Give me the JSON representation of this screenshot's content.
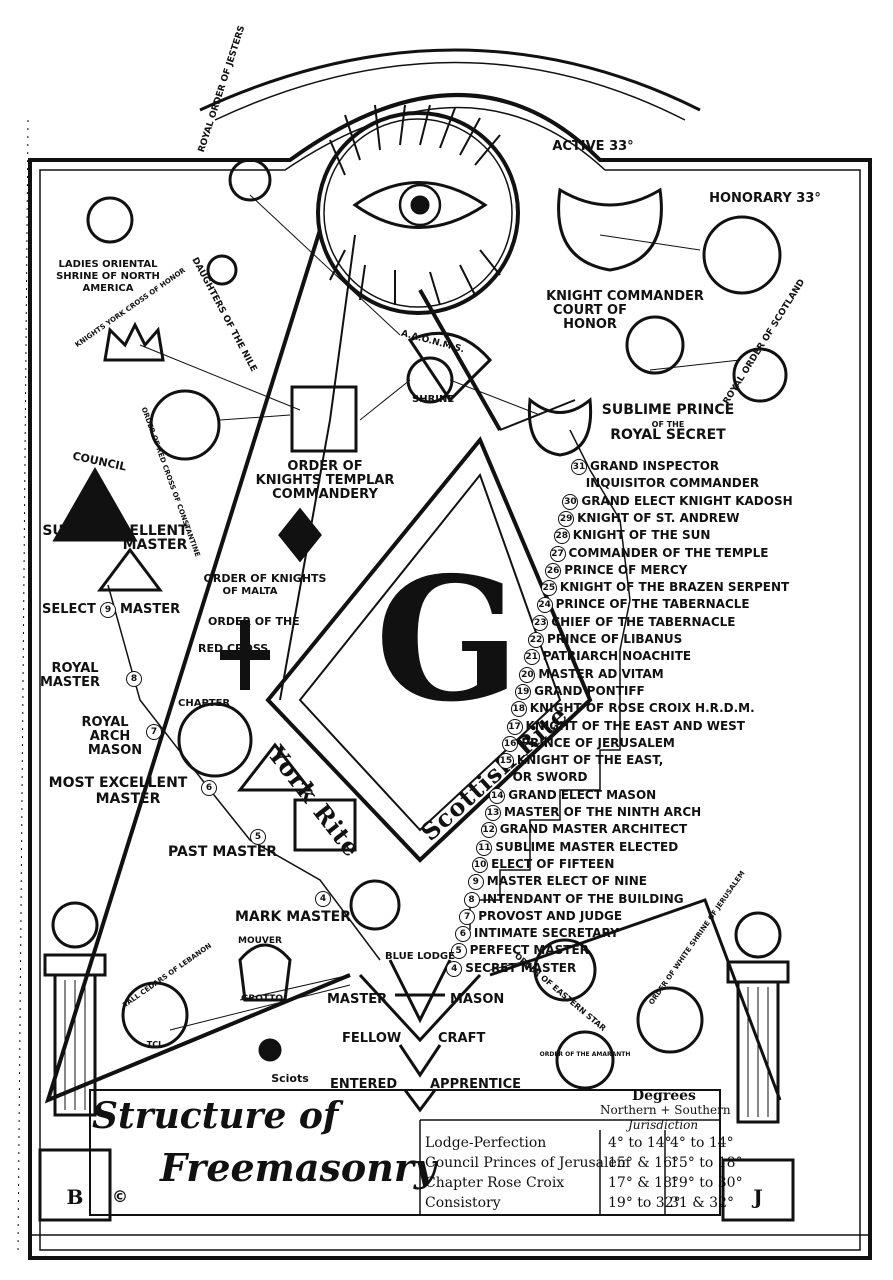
{
  "top": {
    "active_33": "Active 33°",
    "honorary_33": "Honorary 33°",
    "knight_commander": [
      "Knight Commander",
      "Court of",
      "Honor"
    ],
    "royal_order_jesters": "Royal Order of Jesters",
    "royal_order_scotland": "Royal Order of Scotland",
    "ladies_oriental": [
      "Ladies Oriental",
      "Shrine of North",
      "America"
    ],
    "daughters_nile": "Daughters of the Nile",
    "knights_york_cross": "Knights York Cross of Honor",
    "red_cross_constantine": "Order of Red Cross of Constantine",
    "shrine_top": "A.A.O.N.M.S.",
    "shrine_bottom": "Shrine",
    "sublime_prince": [
      "Sublime Prince",
      "of the",
      "Royal Secret"
    ]
  },
  "york": {
    "order_knights_templar": [
      "Order of",
      "Knights Templar",
      "Commandery"
    ],
    "order_malta": [
      "Order of Knights",
      "of Malta"
    ],
    "order_red_cross": [
      "Order of the",
      "Red Cross"
    ],
    "council": "Council",
    "super_excellent": [
      "Super Excellent",
      "Master"
    ],
    "select_master": "Select",
    "select_master_b": "Master",
    "royal_master": [
      "Royal",
      "Master"
    ],
    "royal_arch": [
      "Royal",
      "Arch",
      "Mason"
    ],
    "chapter": "Chapter",
    "most_excellent": [
      "Most Excellent",
      "Master"
    ],
    "past_master": "Past Master",
    "mark_master": "Mark Master",
    "york_rite": "York Rite",
    "scottish_rite": "Scottish Rite",
    "G": "G",
    "nums": [
      "9",
      "8",
      "7",
      "6",
      "5",
      "4"
    ]
  },
  "scottish": {
    "degrees": [
      {
        "n": "31",
        "label": "Grand Inspector"
      },
      {
        "n": "",
        "label": "Inquisitor Commander"
      },
      {
        "n": "30",
        "label": "Grand Elect Knight Kadosh"
      },
      {
        "n": "29",
        "label": "Knight of St. Andrew"
      },
      {
        "n": "28",
        "label": "Knight of the Sun"
      },
      {
        "n": "27",
        "label": "Commander of the Temple"
      },
      {
        "n": "26",
        "label": "Prince of Mercy"
      },
      {
        "n": "25",
        "label": "Knight of the Brazen Serpent"
      },
      {
        "n": "24",
        "label": "Prince of the Tabernacle"
      },
      {
        "n": "23",
        "label": "Chief of the Tabernacle"
      },
      {
        "n": "22",
        "label": "Prince of Libanus"
      },
      {
        "n": "21",
        "label": "Patriarch Noachite"
      },
      {
        "n": "20",
        "label": "Master ad Vitam"
      },
      {
        "n": "19",
        "label": "Grand Pontiff"
      },
      {
        "n": "18",
        "label": "Knight of Rose Croix H.R.D.M."
      },
      {
        "n": "17",
        "label": "Knight of the East and West"
      },
      {
        "n": "16",
        "label": "Prince of Jerusalem"
      },
      {
        "n": "15",
        "label": "Knight of the East,"
      },
      {
        "n": "",
        "label": "or Sword"
      },
      {
        "n": "14",
        "label": "Grand Elect Mason"
      },
      {
        "n": "13",
        "label": "Master of the Ninth Arch"
      },
      {
        "n": "12",
        "label": "Grand Master Architect"
      },
      {
        "n": "11",
        "label": "Sublime Master Elected"
      },
      {
        "n": "10",
        "label": "Elect of Fifteen"
      },
      {
        "n": "9",
        "label": "Master Elect of Nine"
      },
      {
        "n": "8",
        "label": "Intendant of the Building"
      },
      {
        "n": "7",
        "label": "Provost and Judge"
      },
      {
        "n": "6",
        "label": "Intimate Secretary"
      },
      {
        "n": "5",
        "label": "Perfect Master"
      },
      {
        "n": "4",
        "label": "Secret Master"
      }
    ]
  },
  "bottom": {
    "mouver": "Mouver",
    "grotto": "Grotto",
    "tall_cedars": "Tall Cedars of Lebanon",
    "tcl": "TCL",
    "sciots": "Sciots",
    "blue_lodge": "Blue Lodge",
    "master_mason_a": "Master",
    "master_mason_b": "Mason",
    "eastern_star": "Order of Eastern Star",
    "white_shrine": "Order of White Shrine of Jerusalem",
    "amaranth": "Order of the Amaranth",
    "fellow_craft_a": "Fellow",
    "fellow_craft_b": "Craft",
    "entered_a": "Entered",
    "entered_b": "Apprentice",
    "title_1": "Structure of",
    "title_2": "Freemasonry",
    "pillar_b": "B",
    "pillar_j": "J",
    "copyright": "©"
  },
  "table": {
    "header_1": "Degrees",
    "header_2": "Northern + Southern",
    "header_3": "Jurisdiction",
    "rows": [
      {
        "body": "Lodge-Perfection",
        "north": "4° to 14°",
        "south": "4° to 14°"
      },
      {
        "body": "Council Princes of Jerusalem",
        "north": "15° & 16°",
        "south": "15° to 18°"
      },
      {
        "body": "Chapter Rose Croix",
        "north": "17° & 18°",
        "south": "19° to 30°"
      },
      {
        "body": "Consistory",
        "north": "19° to 32°",
        "south": "31 & 32°"
      }
    ]
  },
  "colors": {
    "ink": "#111111",
    "paper": "#ffffff"
  }
}
